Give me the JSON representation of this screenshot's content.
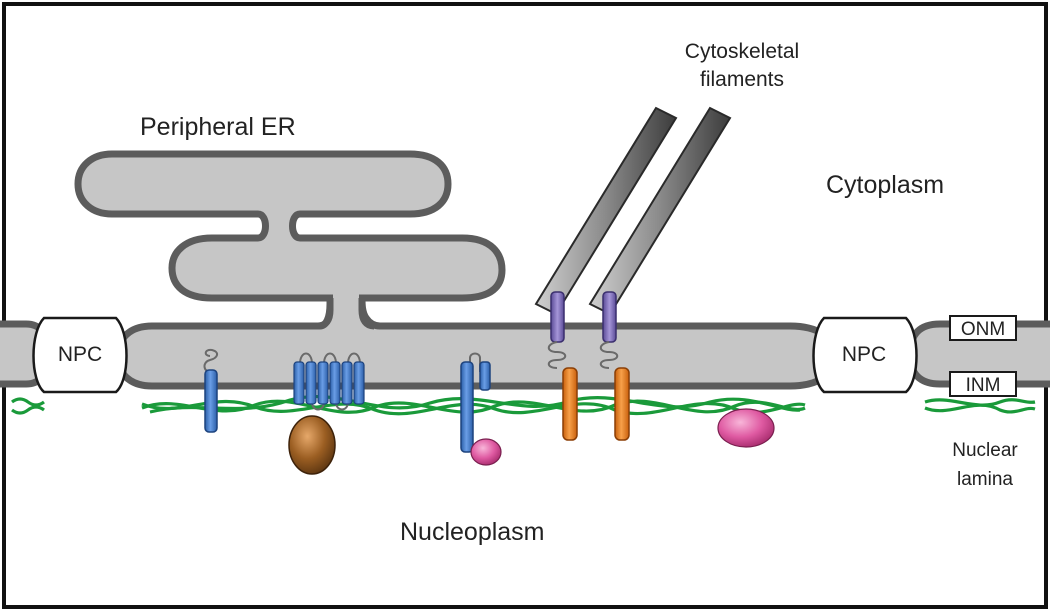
{
  "labels": {
    "peripheral_er": "Peripheral ER",
    "cytoskeletal_line1": "Cytoskeletal",
    "cytoskeletal_line2": "filaments",
    "cytoplasm": "Cytoplasm",
    "nucleoplasm": "Nucleoplasm",
    "npc": "NPC",
    "onm": "ONM",
    "inm": "INM",
    "nuclear_line1": "Nuclear",
    "lamina_line2": "lamina"
  },
  "colors": {
    "membrane_fill": "#c6c6c6",
    "membrane_stroke": "#5c5c5c",
    "lamina": "#1a9a3a",
    "blue_protein": "#3a73c6",
    "orange_protein": "#ec7d1e",
    "purple_protein": "#7c6bb5",
    "brown_protein": "#9b5e22",
    "pink_protein": "#d94b9a"
  }
}
